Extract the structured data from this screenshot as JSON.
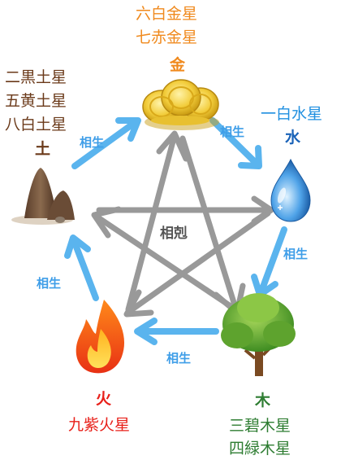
{
  "elements": {
    "metal": {
      "label": "金",
      "stars": [
        "六白金星",
        "七赤金星"
      ],
      "color": "#f08a1e"
    },
    "water": {
      "label": "水",
      "stars": [
        "一白水星"
      ],
      "color": "#1f8fe0",
      "label_color": "#1a63b8"
    },
    "wood": {
      "label": "木",
      "stars": [
        "三碧木星",
        "四緑木星"
      ],
      "color": "#2e7d32"
    },
    "fire": {
      "label": "火",
      "stars": [
        "九紫火星"
      ],
      "color": "#e8201a"
    },
    "earth": {
      "label": "土",
      "stars": [
        "二黒土星",
        "五黄土星",
        "八白土星"
      ],
      "color": "#6b3a1a"
    }
  },
  "relations": {
    "generating": "相生",
    "overcoming": "相剋"
  },
  "colors": {
    "generating_arrow": "#5ab4ee",
    "overcoming_arrow": "#999999"
  },
  "icons": [
    "coins-icon",
    "water-drop-icon",
    "tree-icon",
    "flame-icon",
    "mountain-icon"
  ]
}
